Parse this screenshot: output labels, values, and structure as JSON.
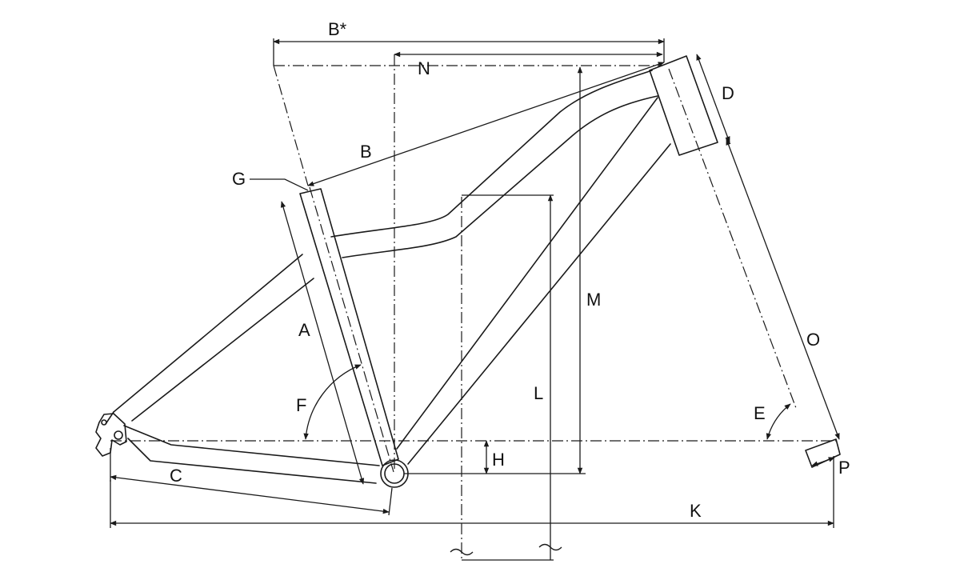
{
  "diagram": {
    "labels": {
      "reach_star": "B*",
      "reach": "N",
      "top_tube": "B",
      "head_tube": "D",
      "seat_tube_top": "G",
      "stack": "M",
      "seat_tube": "A",
      "fork_length": "O",
      "seat_angle": "F",
      "head_angle": "E",
      "standover": "L",
      "bb_drop": "H",
      "chainstay": "C",
      "wheelbase": "K",
      "fork_offset": "P"
    }
  }
}
